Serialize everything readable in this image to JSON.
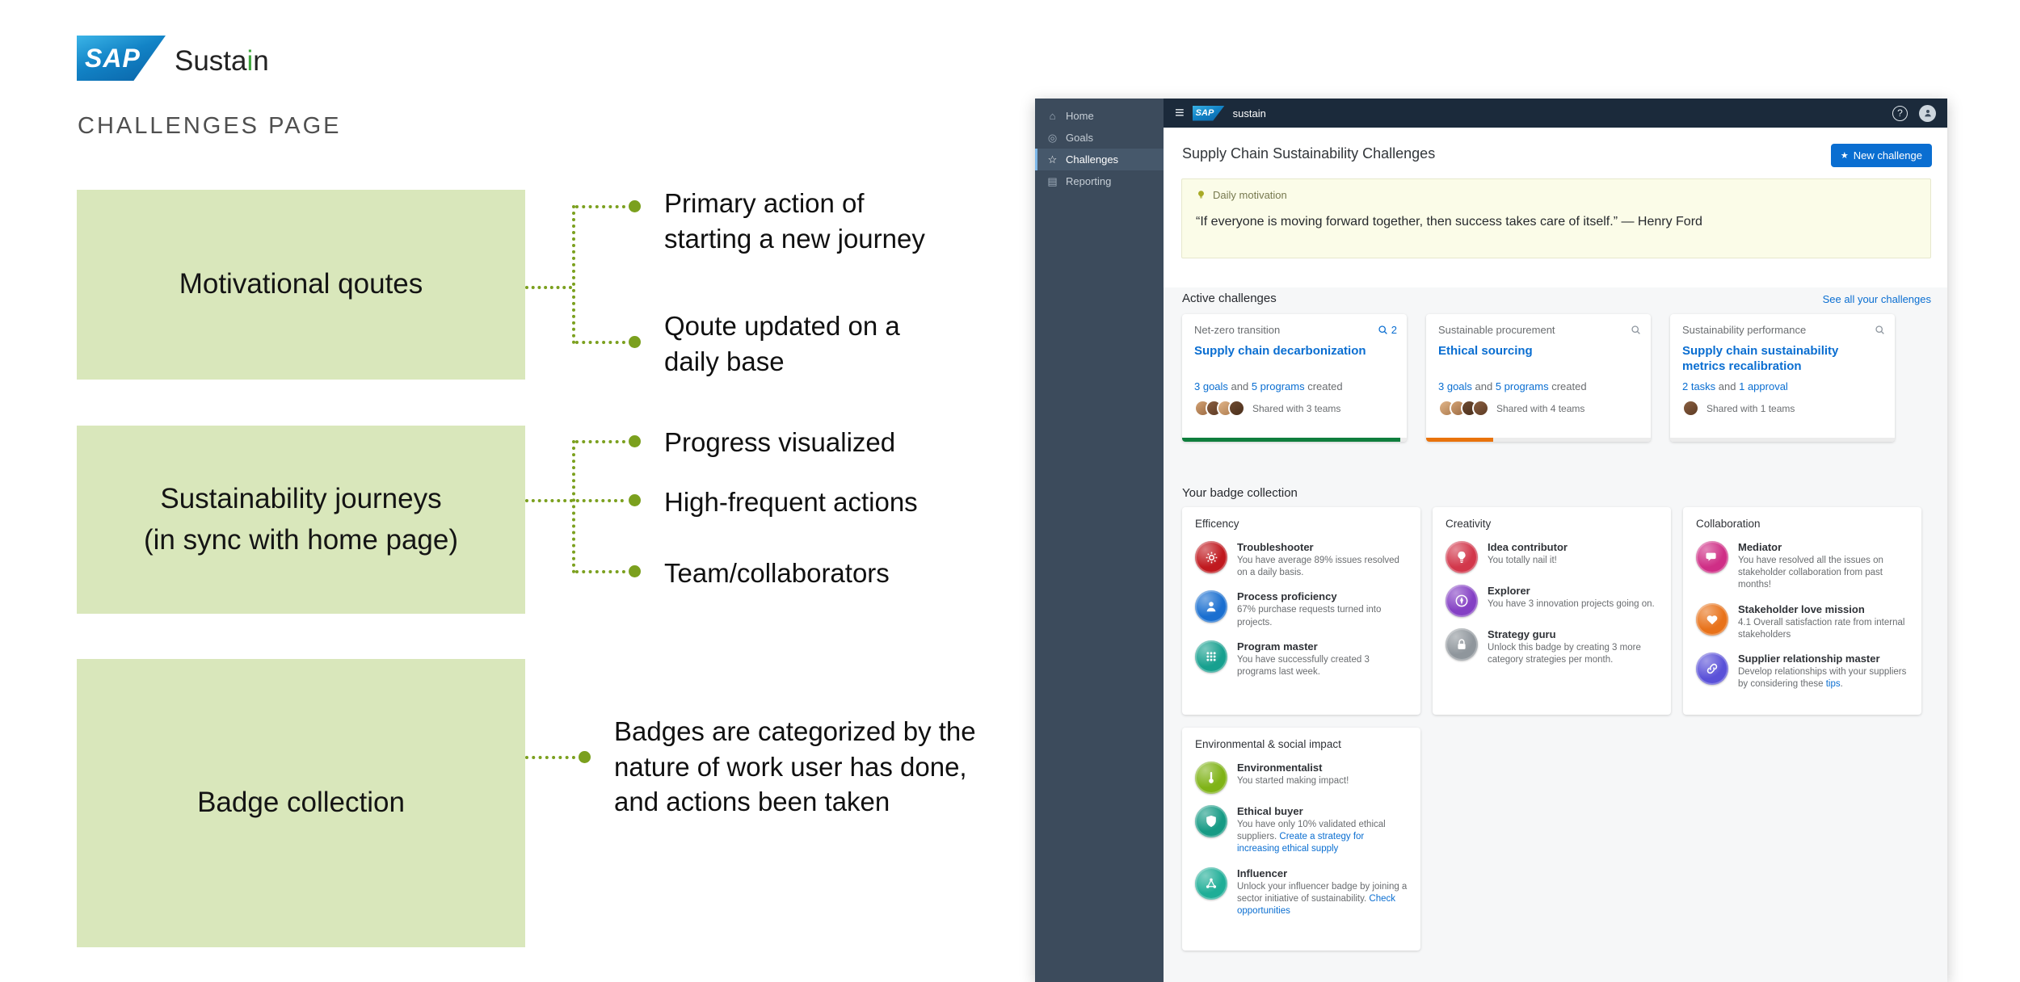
{
  "palette": {
    "link_blue": "#0a6ed1",
    "annotation_box_green": "#d9e7bb",
    "connector_green": "#7ba01e",
    "topbar_navy": "#1b2a3b",
    "sidebar_slate": "#3c4b5c",
    "motivation_yellow": "#fbfce8"
  },
  "left": {
    "brand": {
      "sap": "SAP",
      "product_prefix": "Susta",
      "product_accent": "i",
      "product_suffix": "n",
      "page_label": "CHALLENGES PAGE"
    },
    "boxes": {
      "box1": "Motivational qoutes",
      "box2a": "Sustainability journeys",
      "box2b": "(in sync with home page)",
      "box3": "Badge collection"
    },
    "notes": {
      "n1a": "Primary action of",
      "n1b": "starting a new journey",
      "n2a": "Qoute updated on a",
      "n2b": "daily base",
      "n3": "Progress visualized",
      "n4": "High-frequent actions",
      "n5": "Team/collaborators",
      "n6a": "Badges are categorized by the",
      "n6b": "nature of work user has done,",
      "n6c": "and actions been taken"
    }
  },
  "app": {
    "topbar": {
      "menu_icon": "≡",
      "brand": "SAP",
      "product": "sustain",
      "help": "?"
    },
    "sidebar": {
      "items": [
        {
          "icon": "⌂",
          "label": "Home"
        },
        {
          "icon": "◎",
          "label": "Goals"
        },
        {
          "icon": "☆",
          "label": "Challenges"
        },
        {
          "icon": "▤",
          "label": "Reporting"
        }
      ]
    },
    "header": {
      "title": "Supply Chain Sustainability Challenges",
      "new_challenge_icon": "★",
      "new_challenge": "New challenge"
    },
    "motivation": {
      "label": "Daily motivation",
      "quote": "“If everyone is moving forward together, then success takes care of itself.” — Henry Ford"
    },
    "challenges": {
      "heading": "Active challenges",
      "see_all": "See all your challenges",
      "cards": [
        {
          "category": "Net-zero transition",
          "count": "2",
          "title": "Supply chain decarbonization",
          "link1": "3 goals",
          "mid": " and ",
          "link2": "5 programs",
          "suffix": " created",
          "shared": "Shared with 3 teams",
          "progress_color": "#0f7e3d",
          "progress_pct": 97
        },
        {
          "category": "Sustainable procurement",
          "count": "",
          "title": "Ethical sourcing",
          "link1": "3 goals",
          "mid": " and ",
          "link2": "5 programs",
          "suffix": " created",
          "shared": "Shared with 4 teams",
          "progress_color": "#e9730c",
          "progress_pct": 30
        },
        {
          "category": "Sustainability performance",
          "count": "",
          "title": "Supply chain sustainability metrics recalibration",
          "link1": "2 tasks",
          "mid": " and ",
          "link2": "1 approval",
          "suffix": "",
          "shared": "Shared with 1 teams",
          "progress_color": "#d5d9dd",
          "progress_pct": 0
        }
      ]
    },
    "badges": {
      "heading": "Your badge collection",
      "groups": [
        {
          "title": "Efficency",
          "items": [
            {
              "name": "Troubleshooter",
              "desc": "You have average 89% issues resolved on a daily basis.",
              "color": "#c0191f"
            },
            {
              "name": "Process proficiency",
              "desc": "67% purchase requests turned into projects.",
              "color": "#1a6fd0"
            },
            {
              "name": "Program master",
              "desc": "You have successfully created 3 programs last week.",
              "color": "#17a08f"
            }
          ]
        },
        {
          "title": "Creativity",
          "items": [
            {
              "name": "Idea contributor",
              "desc": "You totally nail it!",
              "color": "#d2374b"
            },
            {
              "name": "Explorer",
              "desc": "You have 3 innovation projects going on.",
              "color": "#8440c4"
            },
            {
              "name": "Strategy guru",
              "desc": "Unlock this badge by creating 3 more category strategies per month.",
              "color": "#8f969c"
            }
          ]
        },
        {
          "title": "Collaboration",
          "items": [
            {
              "name": "Mediator",
              "desc": "You have resolved all the issues on stakeholder collaboration from past months!",
              "color": "#cf2e86"
            },
            {
              "name": "Stakeholder love mission",
              "desc": "4.1 Overall satisfaction rate from internal stakeholders",
              "color": "#e8721a"
            },
            {
              "name": "Supplier relationship master",
              "desc": "Develop relationships with your suppliers by considering these ",
              "link": "tips",
              "after": ".",
              "color": "#5a51d8"
            }
          ]
        },
        {
          "title": "Environmental & social impact",
          "items": [
            {
              "name": "Environmentalist",
              "desc": "You started making impact!",
              "color": "#7fb317"
            },
            {
              "name": "Ethical buyer",
              "desc": "You have only 10% validated ethical suppliers. ",
              "link": "Create a strategy for increasing ethical supply",
              "after": "",
              "color": "#169a84"
            },
            {
              "name": "Influencer",
              "desc": "Unlock your influencer badge by joining a sector initiative of sustainability. ",
              "link": "Check opportunities",
              "after": "",
              "color": "#1fae97"
            }
          ]
        }
      ]
    }
  }
}
